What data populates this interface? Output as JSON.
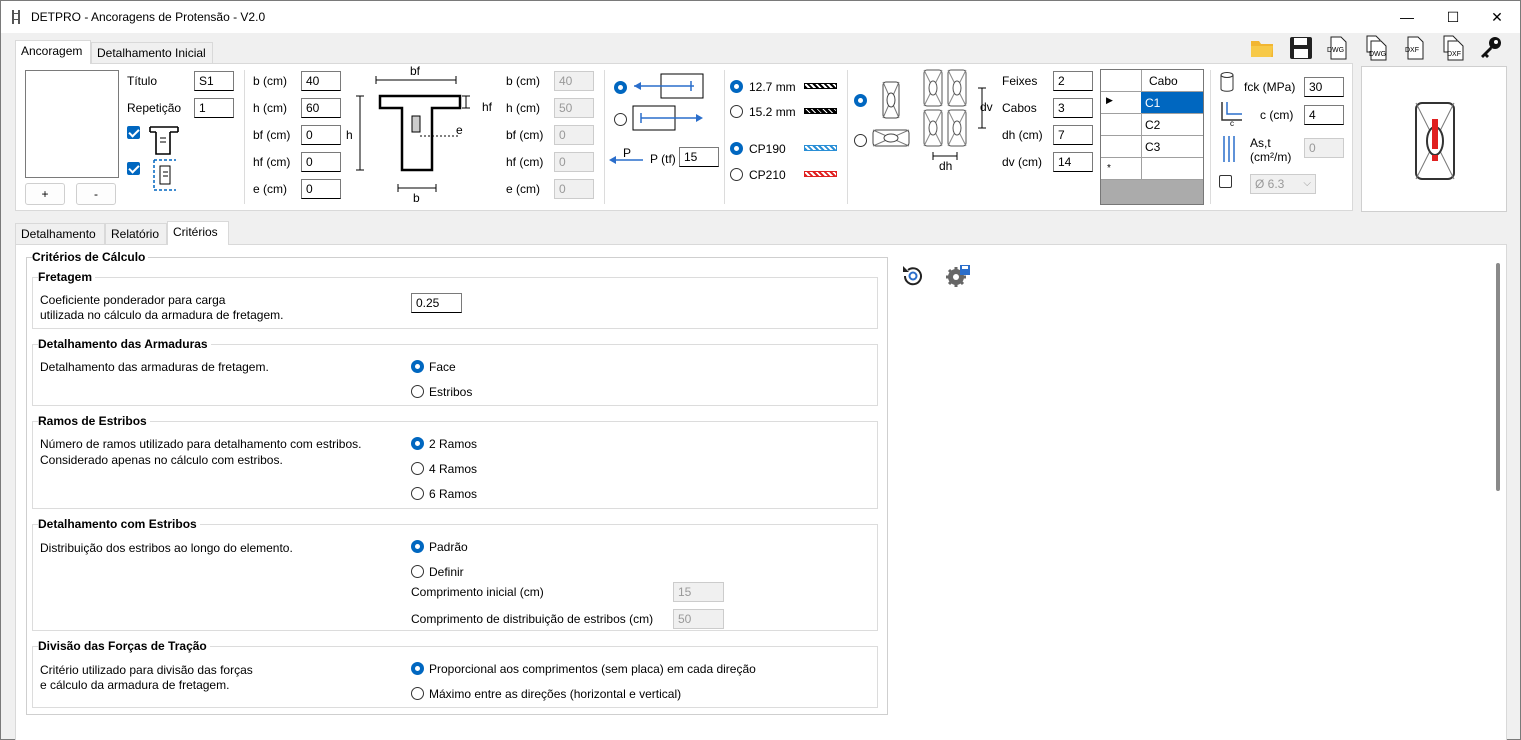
{
  "window": {
    "title": "DETPRO - Ancoragens de Protensão - V2.0",
    "controls": [
      "—",
      "☐",
      "✕"
    ]
  },
  "top_tabs": [
    "Ancoragem",
    "Detalhamento Inicial"
  ],
  "section_list": {
    "add_label": "+",
    "remove_label": "-"
  },
  "general": {
    "titulo_label": "Título",
    "titulo_value": "S1",
    "repeticao_label": "Repetição",
    "repeticao_value": "1"
  },
  "geometry": {
    "labels": [
      "b (cm)",
      "h (cm)",
      "bf (cm)",
      "hf (cm)",
      "e (cm)"
    ],
    "values": [
      "40",
      "60",
      "0",
      "0",
      "0"
    ],
    "disabled_values": [
      "40",
      "50",
      "0",
      "0",
      "0"
    ]
  },
  "drawing_labels": {
    "bf": "bf",
    "hf": "hf",
    "h": "h",
    "e": "e",
    "b": "b",
    "dv": "dv",
    "dh": "dh",
    "p": "P"
  },
  "force": {
    "p_label": "P (tf)",
    "p_value": "15"
  },
  "strand": {
    "d127": "12.7 mm",
    "d152": "15.2 mm",
    "cp190": "CP190",
    "cp210": "CP210"
  },
  "cables": {
    "feixes_label": "Feixes",
    "feixes_value": "2",
    "cabos_label": "Cabos",
    "cabos_value": "3",
    "dh_label": "dh (cm)",
    "dh_value": "7",
    "dv_label": "dv (cm)",
    "dv_value": "14"
  },
  "cable_grid": {
    "header": "Cabo",
    "rows": [
      "C1",
      "C2",
      "C3"
    ],
    "new_row_marker": "*"
  },
  "concrete": {
    "fck_label": "fck (MPa)",
    "fck_value": "30",
    "c_label": "c (cm)",
    "c_value": "4",
    "ast_label": "As,t",
    "ast_unit": "(cm²/m)",
    "ast_value": "0",
    "bar_value": "Ø 6.3"
  },
  "bottom_tabs": [
    "Detalhamento",
    "Relatório",
    "Critérios"
  ],
  "criteria": {
    "title": "Critérios de Cálculo",
    "fretagem": {
      "title": "Fretagem",
      "desc_line1": "Coeficiente ponderador para carga",
      "desc_line2": "utilizada no cálculo da armadura de fretagem.",
      "value": "0.25"
    },
    "armaduras": {
      "title": "Detalhamento das Armaduras",
      "desc": "Detalhamento das armaduras de fretagem.",
      "options": [
        "Face",
        "Estribos"
      ]
    },
    "ramos": {
      "title": "Ramos de Estribos",
      "desc_line1": "Número de ramos utilizado para detalhamento com estribos.",
      "desc_line2": "Considerado apenas no cálculo com estribos.",
      "options": [
        "2 Ramos",
        "4 Ramos",
        "6 Ramos"
      ]
    },
    "estribos": {
      "title": "Detalhamento com Estribos",
      "desc": "Distribuição dos estribos ao longo do elemento.",
      "options": [
        "Padrão",
        "Definir"
      ],
      "comp_inicial_label": "Comprimento inicial (cm)",
      "comp_inicial_value": "15",
      "comp_dist_label": "Comprimento de distribuição de estribos (cm)",
      "comp_dist_value": "50"
    },
    "divisao": {
      "title": "Divisão das Forças de Tração",
      "desc_line1": "Critério utilizado para divisão das forças",
      "desc_line2": "e cálculo da armadura de fretagem.",
      "options": [
        "Proporcional aos comprimentos (sem placa) em cada direção",
        "Máximo entre as direções (horizontal e vertical)"
      ]
    }
  },
  "colors": {
    "accent": "#0067c0",
    "cp190": "#2a8fd6",
    "cp210": "#e02020",
    "folder": "#f2b632",
    "warning": "#e02020"
  }
}
